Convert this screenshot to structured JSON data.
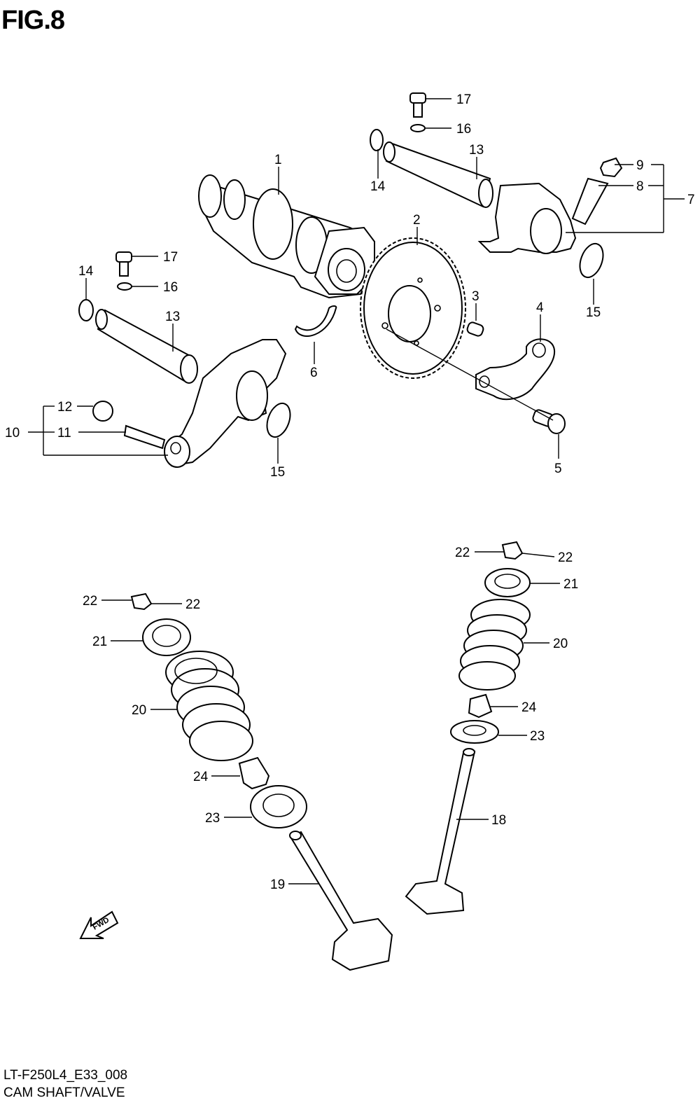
{
  "figure": {
    "title": "FIG.8",
    "code": "LT-F250L4_E33_008",
    "name": "CAM SHAFT/VALVE",
    "fwd_label": "FWD"
  },
  "callouts": {
    "c1": "1",
    "c2": "2",
    "c3": "3",
    "c4": "4",
    "c5": "5",
    "c6": "6",
    "c7": "7",
    "c8": "8",
    "c9": "9",
    "c10": "10",
    "c11": "11",
    "c12": "12",
    "c13a": "13",
    "c13b": "13",
    "c14a": "14",
    "c14b": "14",
    "c15a": "15",
    "c15b": "15",
    "c16a": "16",
    "c16b": "16",
    "c17a": "17",
    "c17b": "17",
    "c18": "18",
    "c19": "19",
    "c20a": "20",
    "c20b": "20",
    "c21a": "21",
    "c21b": "21",
    "c22a": "22",
    "c22b": "22",
    "c22c": "22",
    "c22d": "22",
    "c23a": "23",
    "c23b": "23",
    "c24a": "24",
    "c24b": "24"
  }
}
